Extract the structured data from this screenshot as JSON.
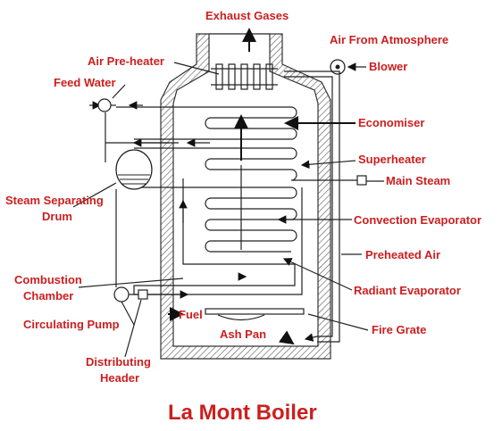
{
  "title": "La Mont Boiler",
  "labels": {
    "exhaust_gases": "Exhaust Gases",
    "air_from_atmosphere": "Air From Atmosphere",
    "air_preheater": "Air Pre-heater",
    "blower": "Blower",
    "feed_water": "Feed Water",
    "economiser": "Economiser",
    "superheater": "Superheater",
    "main_steam": "Main Steam",
    "steam_separating_1": "Steam Separating",
    "steam_separating_2": "Drum",
    "convection_evaporator": "Convection Evaporator",
    "preheated_air": "Preheated Air",
    "combustion_1": "Combustion",
    "combustion_2": "Chamber",
    "radiant_evaporator": "Radiant Evaporator",
    "circulating_pump": "Circulating Pump",
    "fuel": "Fuel",
    "fire_grate": "Fire Grate",
    "ash_pan": "Ash Pan",
    "distributing_1": "Distributing",
    "distributing_2": "Header"
  },
  "colors": {
    "label": "#cc1f1f",
    "line": "#222222"
  }
}
